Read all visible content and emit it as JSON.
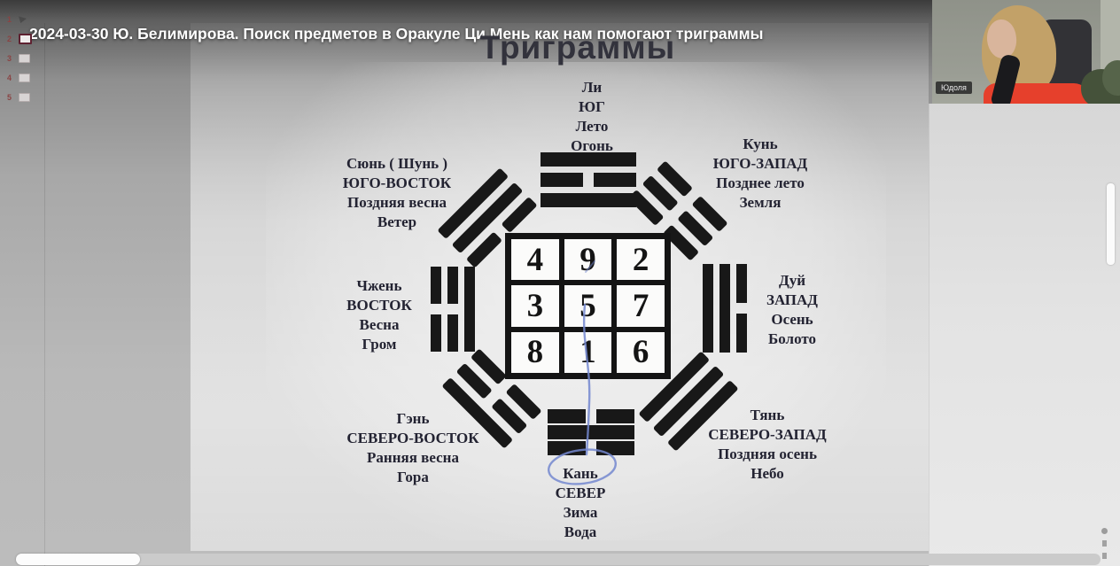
{
  "header": {
    "video_title": "2024-03-30 Ю. Белимирова. Поиск предметов в Оракуле Ци Мень как нам помогают триграммы"
  },
  "sidebar": {
    "selected_index": 1,
    "items": [
      {
        "label": "1"
      },
      {
        "label": "2"
      },
      {
        "label": "3"
      },
      {
        "label": "4"
      },
      {
        "label": "5"
      }
    ]
  },
  "slide": {
    "title": "Триграммы",
    "square": {
      "rows": [
        [
          "4",
          "9",
          "2"
        ],
        [
          "3",
          "5",
          "7"
        ],
        [
          "8",
          "1",
          "6"
        ]
      ]
    },
    "trigrams": {
      "south": {
        "name": "Ли",
        "direction": "ЮГ",
        "season": "Лето",
        "element": "Огонь",
        "lines": [
          "solid",
          "broken",
          "solid"
        ]
      },
      "southwest": {
        "name": "Кунь",
        "direction": "ЮГО-ЗАПАД",
        "season": "Позднее лето",
        "element": "Земля",
        "lines": [
          "broken",
          "broken",
          "broken"
        ]
      },
      "southeast": {
        "name": "Сюнь ( Шунь )",
        "direction": "ЮГО-ВОСТОК",
        "season": "Поздняя весна",
        "element": "Ветер",
        "lines": [
          "solid",
          "solid",
          "broken"
        ]
      },
      "east": {
        "name": "Чжень",
        "direction": "ВОСТОК",
        "season": "Весна",
        "element": "Гром",
        "lines": [
          "broken",
          "broken",
          "solid"
        ]
      },
      "west": {
        "name": "Дуй",
        "direction": "ЗАПАД",
        "season": "Осень",
        "element": "Болото",
        "lines": [
          "solid",
          "solid",
          "broken"
        ]
      },
      "northeast": {
        "name": "Гэнь",
        "direction": "СЕВЕРО-ВОСТОК",
        "season": "Ранняя весна",
        "element": "Гора",
        "lines": [
          "broken",
          "broken",
          "solid"
        ]
      },
      "northwest": {
        "name": "Тянь",
        "direction": "СЕВЕРО-ЗАПАД",
        "season": "Поздняя осень",
        "element": "Небо",
        "lines": [
          "solid",
          "solid",
          "solid"
        ]
      },
      "north": {
        "name": "Кань",
        "direction": "СЕВЕР",
        "season": "Зима",
        "element": "Вода",
        "lines": [
          "broken",
          "solid",
          "broken"
        ]
      }
    }
  },
  "webcam": {
    "name_label": "Юдоля"
  },
  "colors": {
    "annotation_blue": "#7387cf",
    "selected_thumb_border": "#5e2130",
    "trigram_black": "#181818",
    "title_text": "#ffffff",
    "webcam_shirt_red": "#e6402c"
  }
}
